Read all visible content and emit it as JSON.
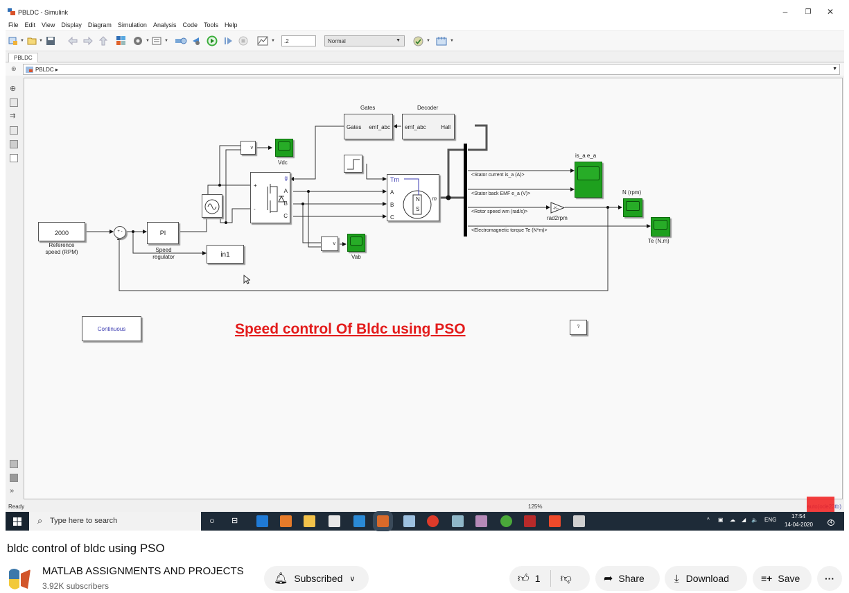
{
  "window": {
    "title": "PBLDC - Simulink",
    "controls": {
      "minimize": "–",
      "maximize": "❐",
      "close": "✕"
    }
  },
  "menu": [
    "File",
    "Edit",
    "View",
    "Display",
    "Diagram",
    "Simulation",
    "Analysis",
    "Code",
    "Tools",
    "Help"
  ],
  "toolbar": {
    "stop_time": ".2",
    "sim_mode": "Normal",
    "icons": [
      "new-model-icon",
      "open-icon",
      "save-icon",
      "back-icon",
      "forward-icon",
      "up-icon",
      "library-browser-icon",
      "model-config-icon",
      "model-explorer-icon",
      "step-back-icon",
      "run-icon",
      "step-forward-icon",
      "stop-icon",
      "record-icon",
      "check-icon",
      "build-icon"
    ]
  },
  "tabs": [
    {
      "label": "PBLDC"
    }
  ],
  "address": {
    "path": "PBLDC",
    "arrow": "▸"
  },
  "palette": [
    "zoom-icon",
    "fit-view-icon",
    "route-lines-icon",
    "annotation-icon",
    "image-icon",
    "area-icon"
  ],
  "palette_bottom": [
    "model-browser-icon",
    "property-inspector-icon",
    "expand-icon"
  ],
  "diagram": {
    "reference_value": "2000",
    "reference_label": "Reference speed (RPM)",
    "sum_label": "+ -",
    "pi_label": "PI",
    "pi_caption": "Speed regulator",
    "in1_label": "in1",
    "vdc_label": "Vdc",
    "vab_label": "Vab",
    "voltmeter_label": "v",
    "gates_title": "Gates",
    "gates_in": "Gates",
    "gates_out": "emf_abc",
    "decoder_title": "Decoder",
    "decoder_in": "emf_abc",
    "decoder_out": "Hall",
    "inverter_ports": [
      "g",
      "A",
      "B",
      "C",
      "+",
      "-"
    ],
    "motor_ports": [
      "Tm",
      "A",
      "B",
      "C",
      "m"
    ],
    "motor_poles": [
      "N",
      "S"
    ],
    "signals": [
      "<Stator current is_a (A)>",
      "<Stator back EMF e_a (V)>",
      "<Rotor speed wm (rad/s)>",
      "<Electromagnetic torque Te (N*m)>"
    ],
    "gain_label": "rad2rpm",
    "gain_symbol": "-K-",
    "scope_isa": "is_a e_a",
    "scope_n": "N (rpm)",
    "scope_te": "Te (N.m)",
    "powergui": "Continuous",
    "annotation_title": "Speed control Of Bldc using PSO",
    "help_block": "?",
    "annotation_color": "#e31b1b"
  },
  "status": {
    "left": "Ready",
    "zoom": "125%",
    "right": "auto(ode23tb)"
  },
  "taskbar": {
    "search_placeholder": "Type here to search",
    "tray_lang": "ENG",
    "time": "17:54",
    "date": "14-04-2020",
    "notifications": "4"
  },
  "video": {
    "title": "bldc control of bldc using PSO",
    "channel": "MATLAB ASSIGNMENTS AND PROJECTS",
    "subscribers": "3.92K subscribers",
    "subscribe_label": "Subscribed",
    "likes": "1",
    "share_label": "Share",
    "download_label": "Download",
    "save_label": "Save"
  }
}
